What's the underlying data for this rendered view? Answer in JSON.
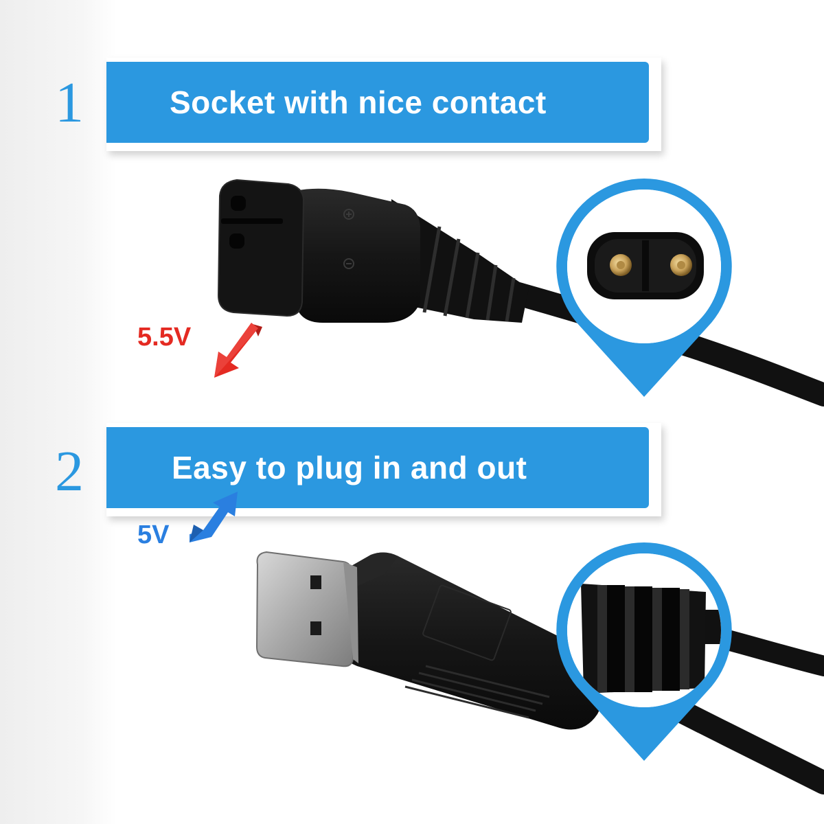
{
  "colors": {
    "accent_blue": "#2b98e0",
    "numeral_blue": "#2b98e0",
    "volt_red": "#e42a22",
    "volt_blue": "#2a7fe0",
    "cable_black": "#121212",
    "pin_gold": "#c9a25a"
  },
  "step1": {
    "number": "1",
    "label": "Socket with nice contact",
    "voltage": "5.5V",
    "voltage_icon": "arrow-down-red-icon",
    "zoom_icon": "map-pin-magnifier-icon"
  },
  "step2": {
    "number": "2",
    "label": "Easy to plug in and out",
    "voltage": "5V",
    "voltage_icon": "arrow-up-blue-icon",
    "zoom_icon": "map-pin-magnifier-icon"
  }
}
